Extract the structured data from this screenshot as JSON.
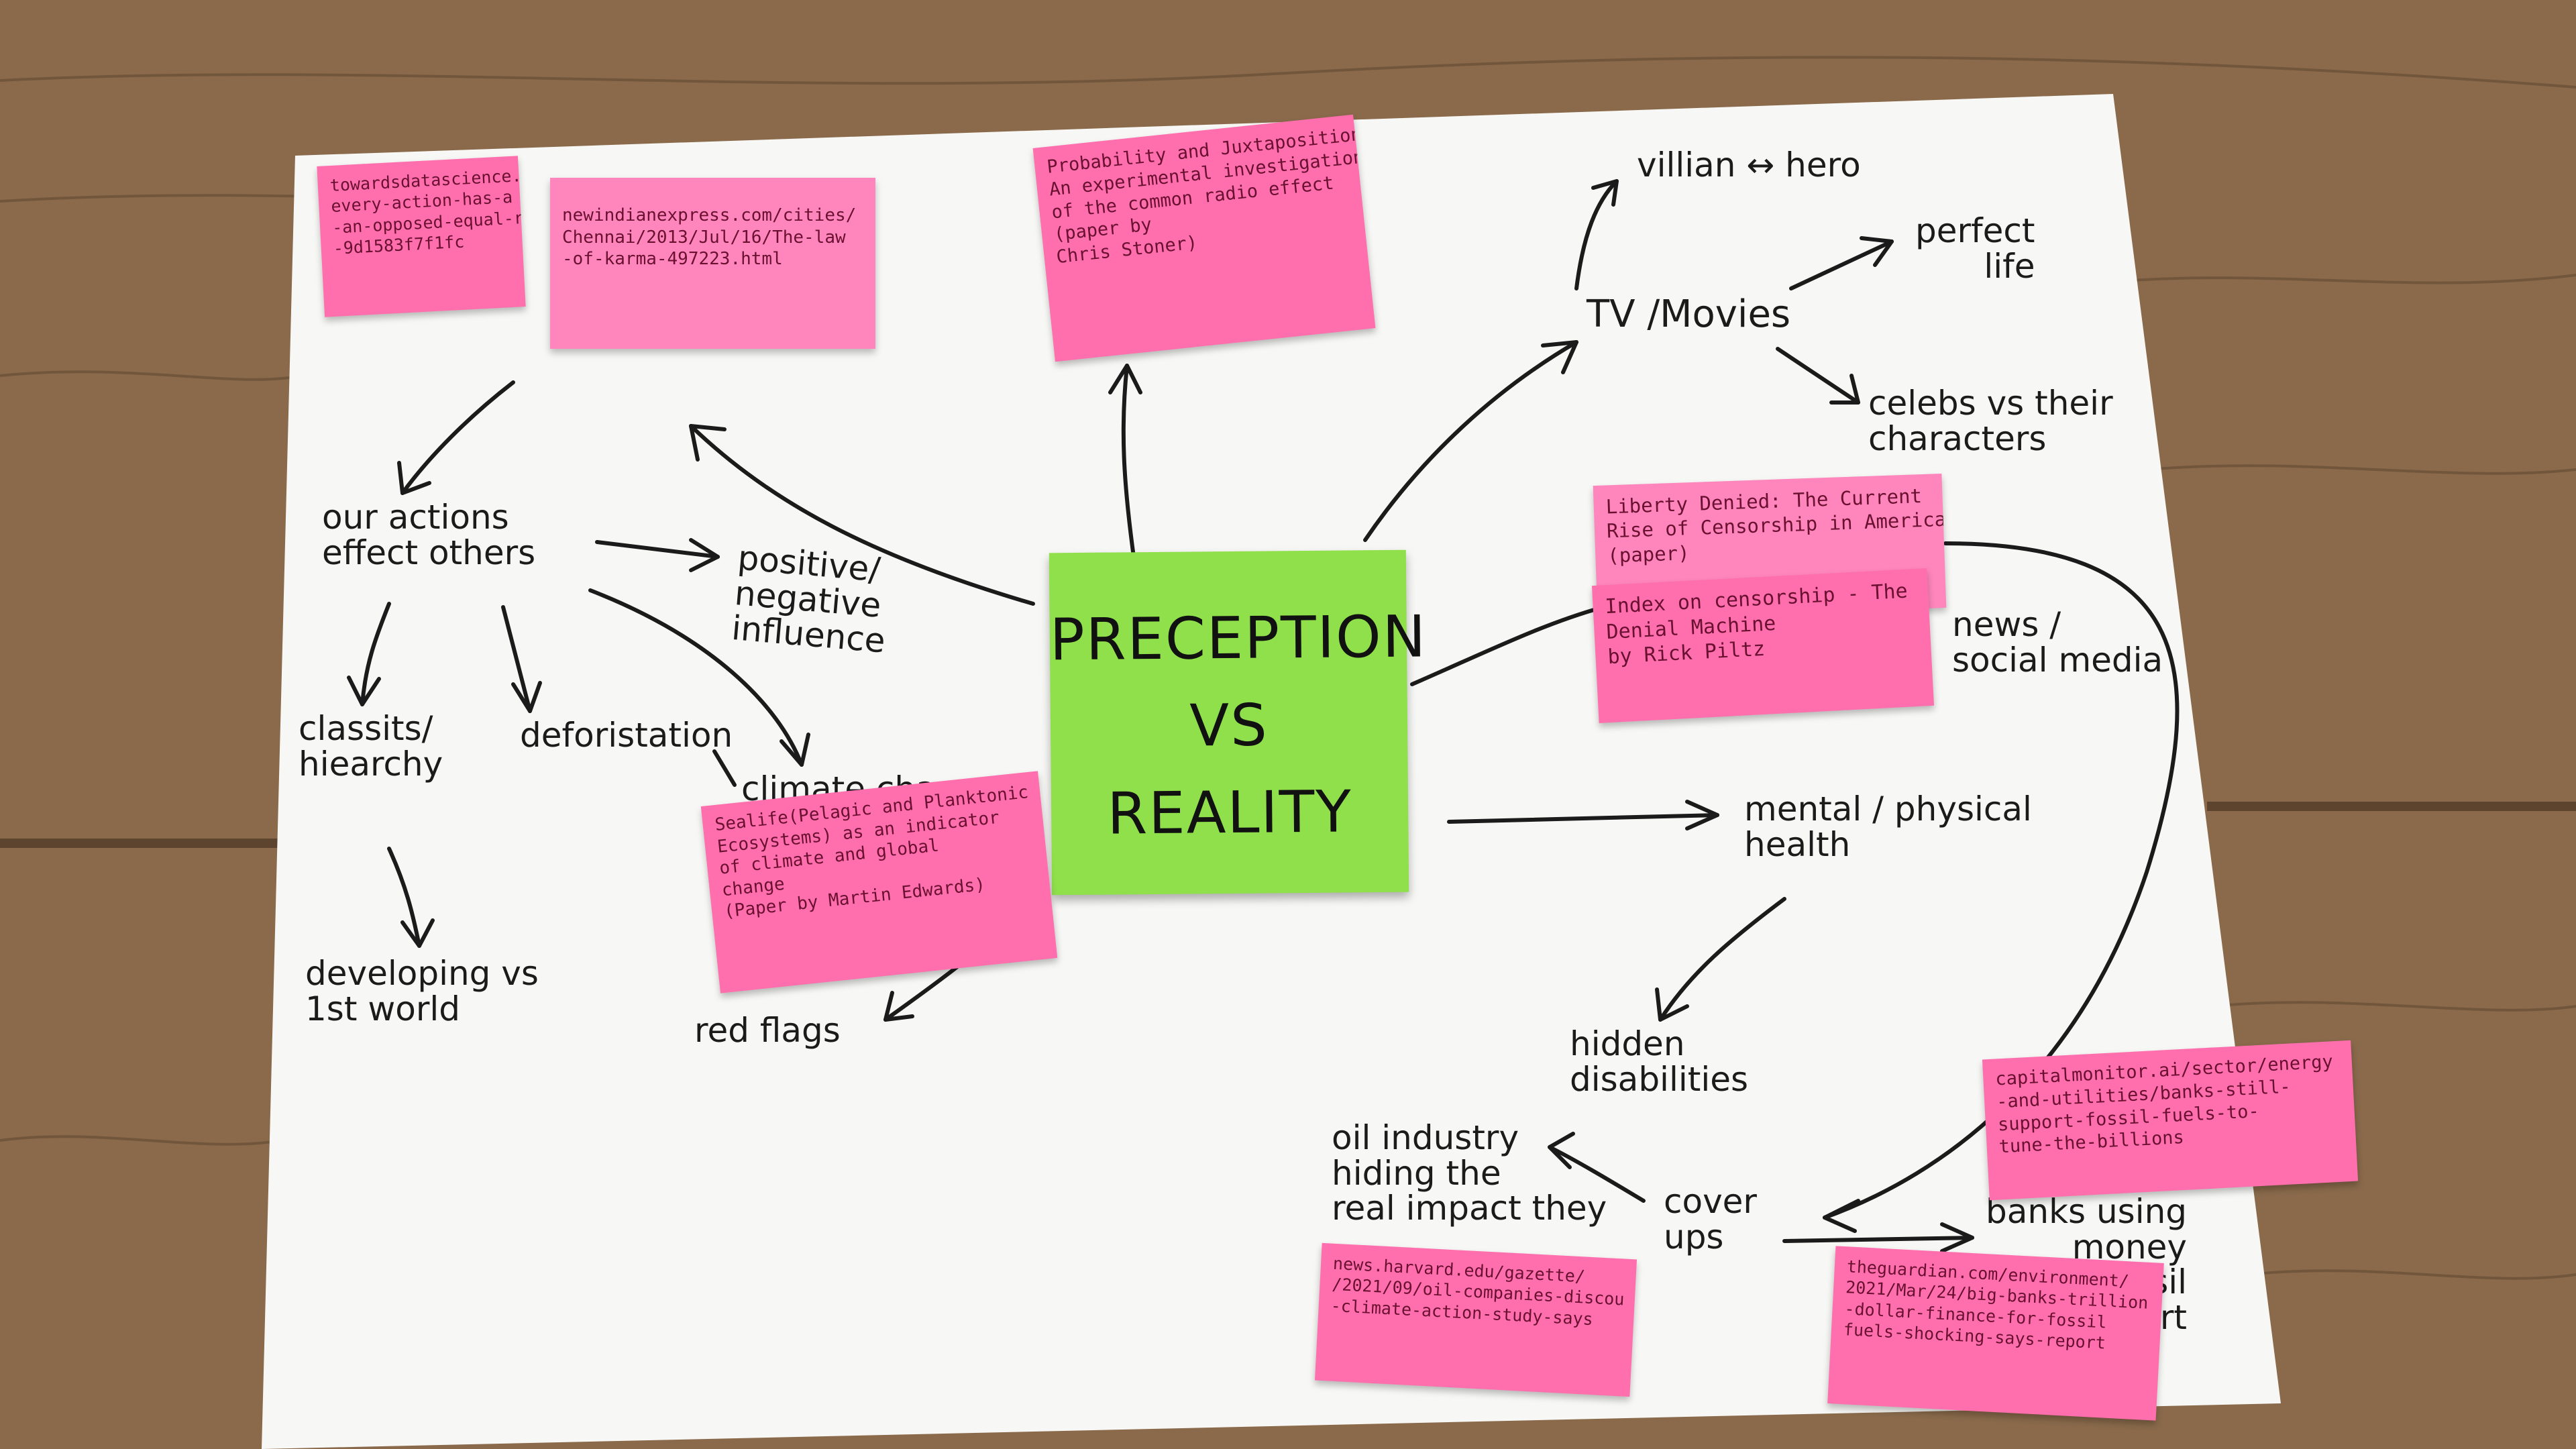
{
  "colors": {
    "table": "#8a6a4b",
    "paper": "#f7f7f5",
    "pink_note": "#ff6fae",
    "green_note": "#8fe04a",
    "ink": "#1b1b1b"
  },
  "center": {
    "line1": "PRECEPTION",
    "line2": "VS",
    "line3": "REALITY"
  },
  "left_branch": {
    "our_actions": "our actions\neffect others",
    "positive_negative": "positive/\nnegative\ninfluence",
    "classism": "classits/\nhiearchy",
    "deforestation": "deforistation",
    "climate_change": "climate change",
    "developing": "developing vs\n1st world",
    "red_flags": "red flags"
  },
  "right_branch": {
    "tv_movies": "TV /Movies",
    "villain_hero": "villian ↔ hero",
    "perfect_life": "perfect\nlife",
    "celebs": "celebs vs their\ncharacters",
    "news_social": "news /\nsocial media",
    "mental_physical": "mental / physical\nhealth",
    "hidden_disabilities": "hidden\ndisabilities",
    "cover_ups": "cover\nups",
    "oil_industry": "oil industry\nhiding the\nreal impact they",
    "banks": "banks using\nmoney\nfossil\nstart"
  },
  "pink_notes": {
    "towards": "towardsdatascience.com/\nevery-action-has-a\n-an-opposed-equal-re\n-9d1583f7f1fc",
    "newindian": "newindianexpress.com/cities/\nChennai/2013/Jul/16/The-law\n-of-karma-497223.html",
    "probability": "Probability and Juxtaposition:\nAn experimental investigation\nof the common radio effect\n(paper by\nChris Stoner)",
    "liberty": "Liberty Denied: The Current\nRise of Censorship in America\n(paper)",
    "index": "Index on censorship - The\nDenial Machine\nby Rick Piltz",
    "sealife": "Sealife(Pelagic and Planktonic\nEcosystems) as an indicator\nof climate and global\nchange\n(Paper by Martin Edwards)",
    "capital": "capitalmonitor.ai/sector/energy\n-and-utilities/banks-still-\nsupport-fossil-fuels-to-\ntune-the-billions",
    "harvard": "news.harvard.edu/gazette/\n/2021/09/oil-companies-discou\n-climate-action-study-says",
    "guardian": "theguardian.com/environment/\n2021/Mar/24/big-banks-trillion\n-dollar-finance-for-fossil\nfuels-shocking-says-report"
  }
}
